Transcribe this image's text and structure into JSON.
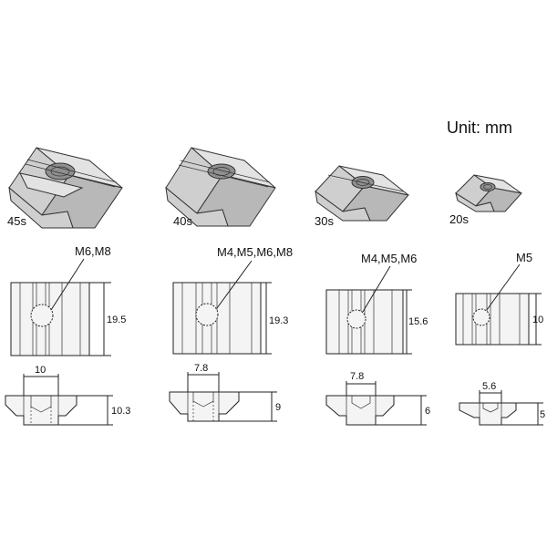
{
  "unit_label": "Unit: mm",
  "nuts": [
    {
      "name": "45s",
      "thread": "M6,M8",
      "height": "19.5",
      "slot_width": "10",
      "depth": "10.3"
    },
    {
      "name": "40s",
      "thread": "M4,M5,M6,M8",
      "height": "19.3",
      "slot_width": "7.8",
      "depth": "9"
    },
    {
      "name": "30s",
      "thread": "M4,M5,M6",
      "height": "15.6",
      "slot_width": "7.8",
      "depth": "6"
    },
    {
      "name": "20s",
      "thread": "M5",
      "height": "10",
      "slot_width": "5.6",
      "depth": "5"
    }
  ]
}
